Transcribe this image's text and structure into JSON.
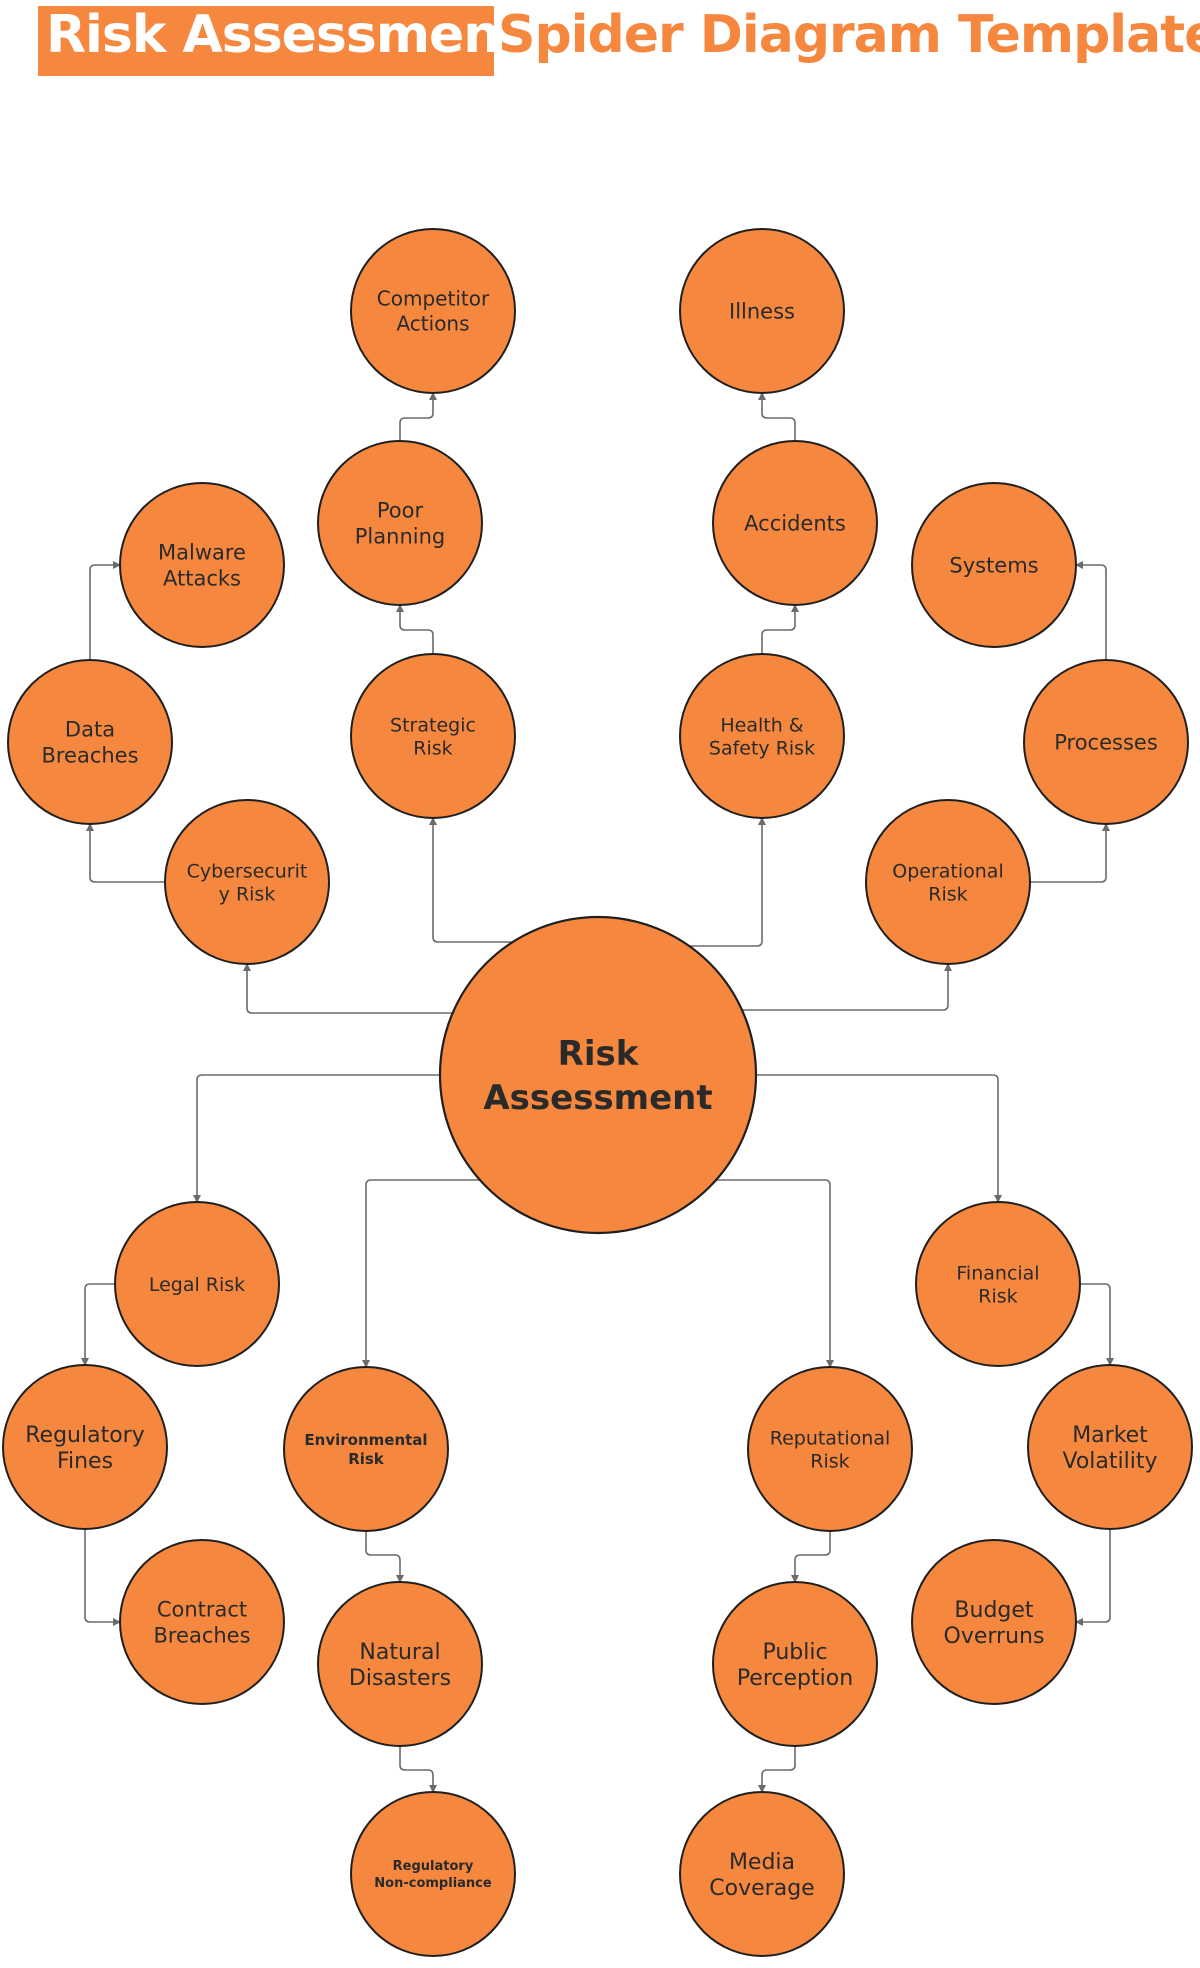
{
  "title": {
    "main": "Risk Assessment",
    "sub": "Spider Diagram Template"
  },
  "colors": {
    "node_fill": "#F5883E",
    "node_stroke": "#1f1f1f",
    "connector": "#6b6b6b",
    "title_box": "#F5883E",
    "title_text_on_box": "#ffffff"
  },
  "nodes": [
    {
      "id": "center",
      "lines": [
        "Risk",
        "Assessment"
      ],
      "bold": true
    },
    {
      "id": "cyber",
      "lines": [
        "Cybersecurit",
        "y Risk"
      ]
    },
    {
      "id": "data",
      "lines": [
        "Data",
        "Breaches"
      ]
    },
    {
      "id": "malware",
      "lines": [
        "Malware",
        "Attacks"
      ]
    },
    {
      "id": "strategic",
      "lines": [
        "Strategic",
        "Risk"
      ]
    },
    {
      "id": "poor",
      "lines": [
        "Poor",
        "Planning"
      ]
    },
    {
      "id": "competitor",
      "lines": [
        "Competitor",
        "Actions"
      ]
    },
    {
      "id": "health",
      "lines": [
        "Health &",
        "Safety Risk"
      ]
    },
    {
      "id": "accidents",
      "lines": [
        "Accidents"
      ]
    },
    {
      "id": "illness",
      "lines": [
        "Illness"
      ]
    },
    {
      "id": "operational",
      "lines": [
        "Operational",
        "Risk"
      ]
    },
    {
      "id": "processes",
      "lines": [
        "Processes"
      ]
    },
    {
      "id": "systems",
      "lines": [
        "Systems"
      ]
    },
    {
      "id": "legal",
      "lines": [
        "Legal Risk"
      ]
    },
    {
      "id": "regfines",
      "lines": [
        "Regulatory",
        "Fines"
      ]
    },
    {
      "id": "contract",
      "lines": [
        "Contract",
        "Breaches"
      ]
    },
    {
      "id": "env",
      "lines": [
        "Environmental",
        "Risk"
      ],
      "bold": true
    },
    {
      "id": "natural",
      "lines": [
        "Natural",
        "Disasters"
      ]
    },
    {
      "id": "regnon",
      "lines": [
        "Regulatory",
        "Non-compliance"
      ],
      "bold": true
    },
    {
      "id": "reputational",
      "lines": [
        "Reputational",
        "Risk"
      ]
    },
    {
      "id": "public",
      "lines": [
        "Public",
        "Perception"
      ]
    },
    {
      "id": "media",
      "lines": [
        "Media",
        "Coverage"
      ]
    },
    {
      "id": "financial",
      "lines": [
        "Financial",
        "Risk"
      ]
    },
    {
      "id": "market",
      "lines": [
        "Market",
        "Volatility"
      ]
    },
    {
      "id": "budget",
      "lines": [
        "Budget",
        "Overruns"
      ]
    }
  ],
  "edges": [
    {
      "from": "center",
      "to": "cyber"
    },
    {
      "from": "cyber",
      "to": "data"
    },
    {
      "from": "data",
      "to": "malware"
    },
    {
      "from": "center",
      "to": "strategic"
    },
    {
      "from": "strategic",
      "to": "poor"
    },
    {
      "from": "poor",
      "to": "competitor"
    },
    {
      "from": "center",
      "to": "health"
    },
    {
      "from": "health",
      "to": "accidents"
    },
    {
      "from": "accidents",
      "to": "illness"
    },
    {
      "from": "center",
      "to": "operational"
    },
    {
      "from": "operational",
      "to": "processes"
    },
    {
      "from": "processes",
      "to": "systems"
    },
    {
      "from": "center",
      "to": "legal"
    },
    {
      "from": "legal",
      "to": "regfines"
    },
    {
      "from": "regfines",
      "to": "contract"
    },
    {
      "from": "center",
      "to": "env"
    },
    {
      "from": "env",
      "to": "natural"
    },
    {
      "from": "natural",
      "to": "regnon"
    },
    {
      "from": "center",
      "to": "reputational"
    },
    {
      "from": "reputational",
      "to": "public"
    },
    {
      "from": "public",
      "to": "media"
    },
    {
      "from": "center",
      "to": "financial"
    },
    {
      "from": "financial",
      "to": "market"
    },
    {
      "from": "market",
      "to": "budget"
    }
  ]
}
